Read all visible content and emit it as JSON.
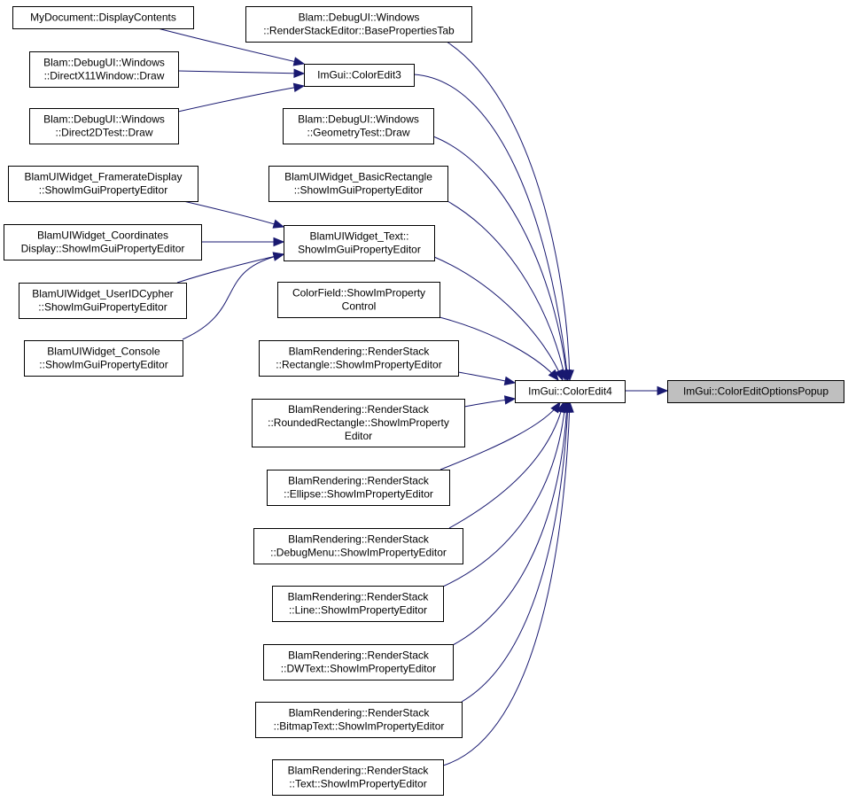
{
  "nodes": [
    {
      "id": "colorEditOptionsPopup",
      "lines": [
        "ImGui::ColorEditOptionsPopup"
      ],
      "highlight": true
    },
    {
      "id": "colorEdit4",
      "lines": [
        "ImGui::ColorEdit4"
      ]
    },
    {
      "id": "colorEdit3",
      "lines": [
        "ImGui::ColorEdit3"
      ]
    },
    {
      "id": "myDocDisplay",
      "lines": [
        "MyDocument::DisplayContents"
      ]
    },
    {
      "id": "directX11Draw",
      "lines": [
        "Blam::DebugUI::Windows",
        "::DirectX11Window::Draw"
      ]
    },
    {
      "id": "direct2DTestDraw",
      "lines": [
        "Blam::DebugUI::Windows",
        "::Direct2DTest::Draw"
      ]
    },
    {
      "id": "basePropertiesTab",
      "lines": [
        "Blam::DebugUI::Windows",
        "::RenderStackEditor::BasePropertiesTab"
      ]
    },
    {
      "id": "geometryTestDraw",
      "lines": [
        "Blam::DebugUI::Windows",
        "::GeometryTest::Draw"
      ]
    },
    {
      "id": "basicRectangleEditor",
      "lines": [
        "BlamUIWidget_BasicRectangle",
        "::ShowImGuiPropertyEditor"
      ]
    },
    {
      "id": "textWidgetEditor",
      "lines": [
        "BlamUIWidget_Text::",
        "ShowImGuiPropertyEditor"
      ]
    },
    {
      "id": "framerateDisplayEditor",
      "lines": [
        "BlamUIWidget_FramerateDisplay",
        "::ShowImGuiPropertyEditor"
      ]
    },
    {
      "id": "coordinatesDisplayEditor",
      "lines": [
        "BlamUIWidget_Coordinates",
        "Display::ShowImGuiPropertyEditor"
      ]
    },
    {
      "id": "userIDCypherEditor",
      "lines": [
        "BlamUIWidget_UserIDCypher",
        "::ShowImGuiPropertyEditor"
      ]
    },
    {
      "id": "consoleEditor",
      "lines": [
        "BlamUIWidget_Console",
        "::ShowImGuiPropertyEditor"
      ]
    },
    {
      "id": "colorFieldControl",
      "lines": [
        "ColorField::ShowImProperty",
        "Control"
      ]
    },
    {
      "id": "rsRectangle",
      "lines": [
        "BlamRendering::RenderStack",
        "::Rectangle::ShowImPropertyEditor"
      ]
    },
    {
      "id": "rsRoundedRectangle",
      "lines": [
        "BlamRendering::RenderStack",
        "::RoundedRectangle::ShowImProperty",
        "Editor"
      ]
    },
    {
      "id": "rsEllipse",
      "lines": [
        "BlamRendering::RenderStack",
        "::Ellipse::ShowImPropertyEditor"
      ]
    },
    {
      "id": "rsDebugMenu",
      "lines": [
        "BlamRendering::RenderStack",
        "::DebugMenu::ShowImPropertyEditor"
      ]
    },
    {
      "id": "rsLine",
      "lines": [
        "BlamRendering::RenderStack",
        "::Line::ShowImPropertyEditor"
      ]
    },
    {
      "id": "rsDWText",
      "lines": [
        "BlamRendering::RenderStack",
        "::DWText::ShowImPropertyEditor"
      ]
    },
    {
      "id": "rsBitmapText",
      "lines": [
        "BlamRendering::RenderStack",
        "::BitmapText::ShowImPropertyEditor"
      ]
    },
    {
      "id": "rsText",
      "lines": [
        "BlamRendering::RenderStack",
        "::Text::ShowImPropertyEditor"
      ]
    }
  ],
  "edges": [
    {
      "from": "colorEdit4",
      "to": "colorEditOptionsPopup"
    },
    {
      "from": "colorEdit3",
      "to": "colorEdit4"
    },
    {
      "from": "myDocDisplay",
      "to": "colorEdit3"
    },
    {
      "from": "directX11Draw",
      "to": "colorEdit3"
    },
    {
      "from": "direct2DTestDraw",
      "to": "colorEdit3"
    },
    {
      "from": "basePropertiesTab",
      "to": "colorEdit4"
    },
    {
      "from": "geometryTestDraw",
      "to": "colorEdit4"
    },
    {
      "from": "basicRectangleEditor",
      "to": "colorEdit4"
    },
    {
      "from": "textWidgetEditor",
      "to": "colorEdit4"
    },
    {
      "from": "framerateDisplayEditor",
      "to": "textWidgetEditor"
    },
    {
      "from": "coordinatesDisplayEditor",
      "to": "textWidgetEditor"
    },
    {
      "from": "userIDCypherEditor",
      "to": "textWidgetEditor"
    },
    {
      "from": "consoleEditor",
      "to": "textWidgetEditor"
    },
    {
      "from": "colorFieldControl",
      "to": "colorEdit4"
    },
    {
      "from": "rsRectangle",
      "to": "colorEdit4"
    },
    {
      "from": "rsRoundedRectangle",
      "to": "colorEdit4"
    },
    {
      "from": "rsEllipse",
      "to": "colorEdit4"
    },
    {
      "from": "rsDebugMenu",
      "to": "colorEdit4"
    },
    {
      "from": "rsLine",
      "to": "colorEdit4"
    },
    {
      "from": "rsDWText",
      "to": "colorEdit4"
    },
    {
      "from": "rsBitmapText",
      "to": "colorEdit4"
    },
    {
      "from": "rsText",
      "to": "colorEdit4"
    }
  ],
  "colors": {
    "edge": "#191970",
    "highlight_fill": "#bfbfbf",
    "node_border": "#000000",
    "background": "#ffffff"
  }
}
